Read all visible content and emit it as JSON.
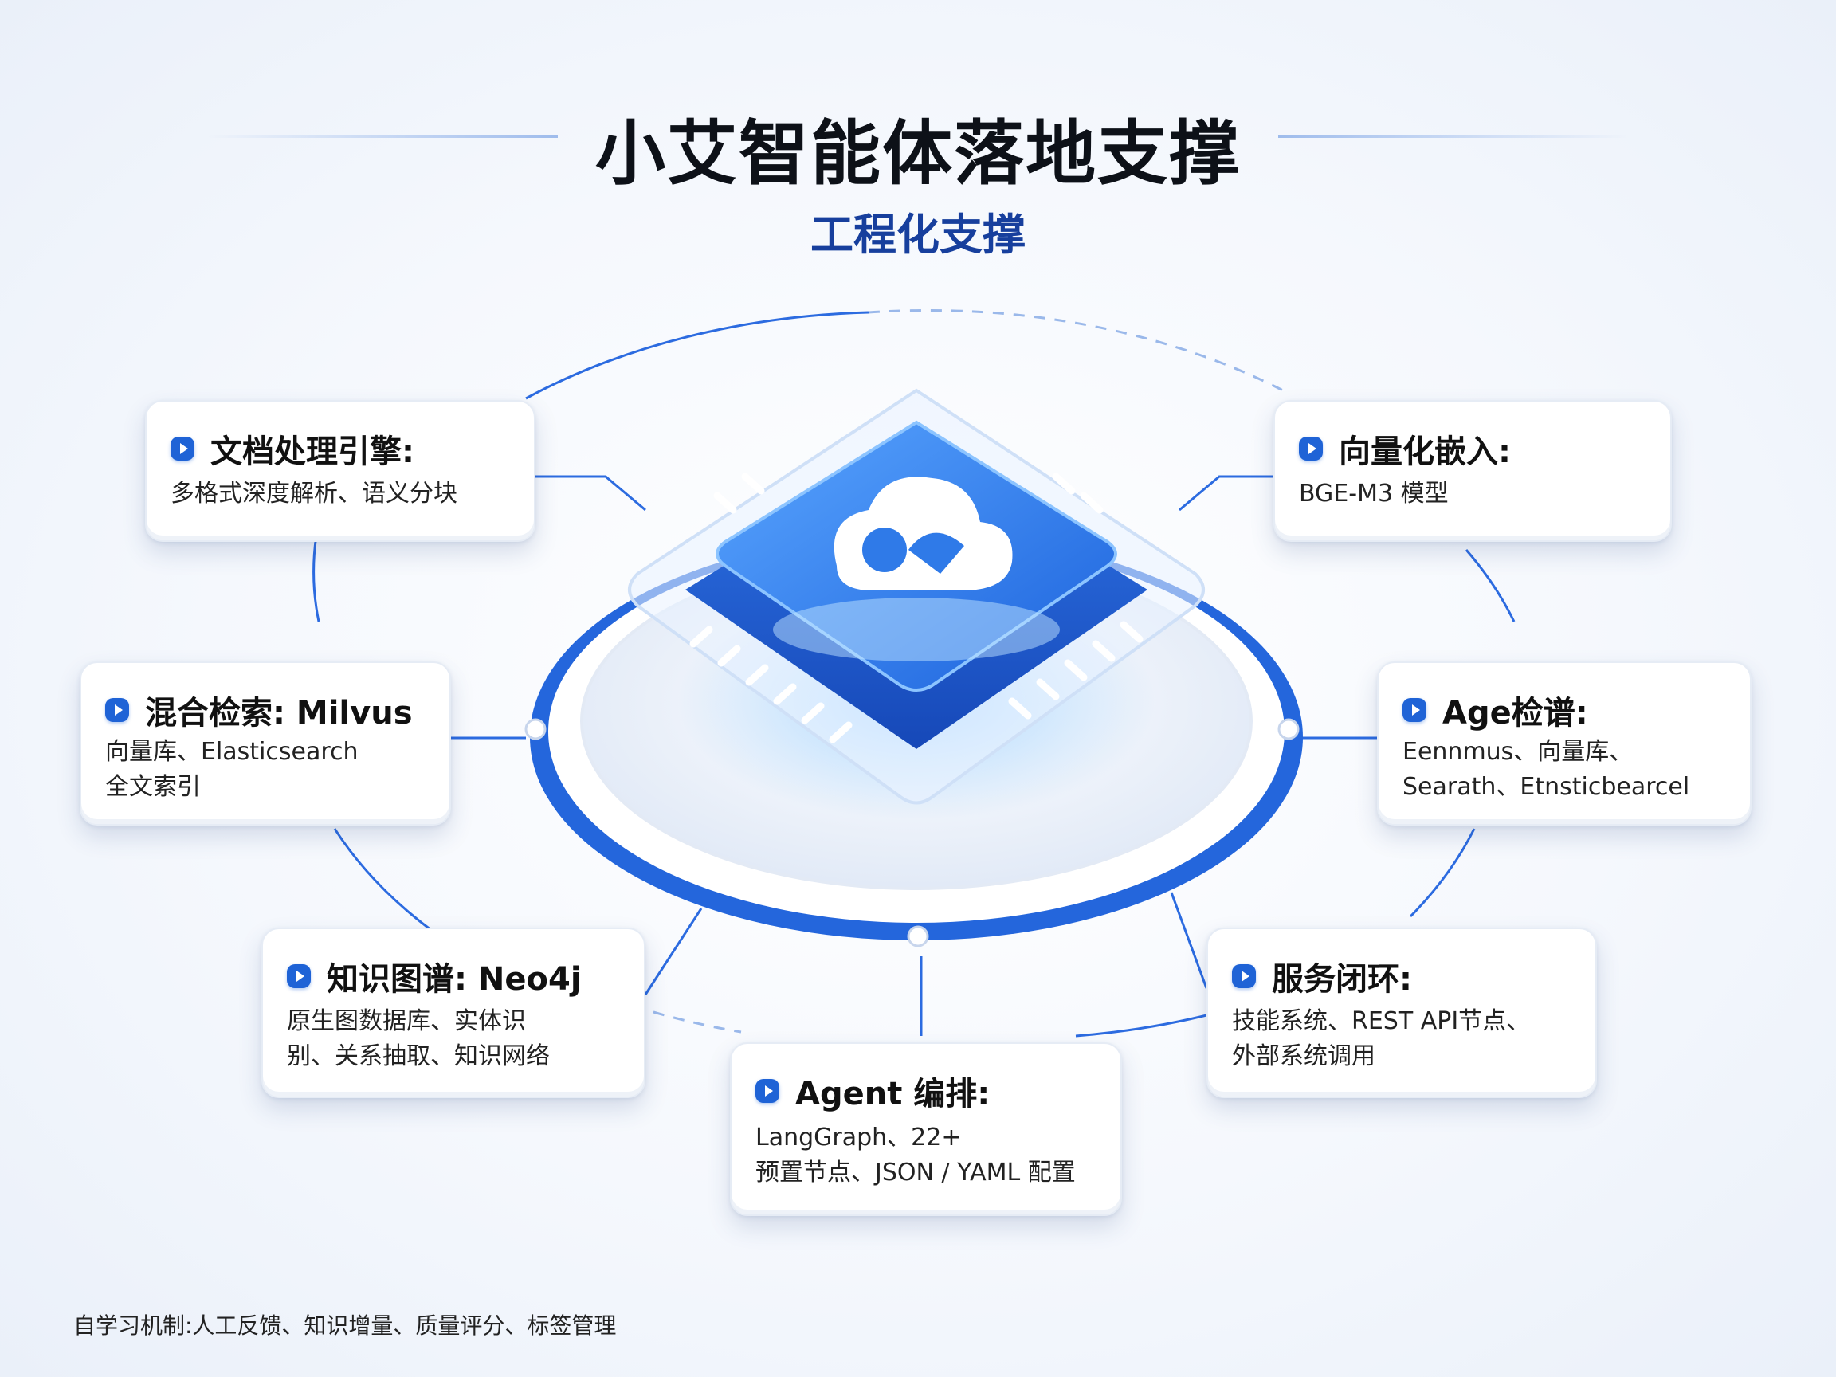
{
  "title": "小艾智能体落地支撑",
  "subtitle": "工程化支撑",
  "center": {
    "icon": "cloud-logo-icon"
  },
  "colors": {
    "accent": "#1f63d6",
    "subtitle": "#173f9d",
    "chip": "#2b7fe8"
  },
  "cards": {
    "doc": {
      "title": "文档处理引擎:",
      "lines": [
        "多格式深度解析、语义分块"
      ]
    },
    "vector": {
      "title": "向量化嵌入:",
      "lines": [
        "BGE-M3 模型"
      ]
    },
    "hybrid": {
      "title": "混合检索: Milvus",
      "lines": [
        "向量库、Elasticsearch",
        "全文索引"
      ]
    },
    "age": {
      "title": "Age检谱:",
      "lines": [
        "Eennmus、向量库、",
        "Searath、Etnsticbearcel"
      ]
    },
    "kg": {
      "title": "知识图谱: Neo4j",
      "lines": [
        "原生图数据库、实体识",
        "别、关系抽取、知识网络"
      ]
    },
    "service": {
      "title": "服务闭环:",
      "lines": [
        "技能系统、REST API节点、",
        "外部系统调用"
      ]
    },
    "agent": {
      "title": "Agent 编排:",
      "lines": [
        "LangGraph、22+",
        "预置节点、JSON / YAML 配置"
      ]
    }
  },
  "footer": "自学习机制:人工反馈、知识增量、质量评分、标签管理"
}
